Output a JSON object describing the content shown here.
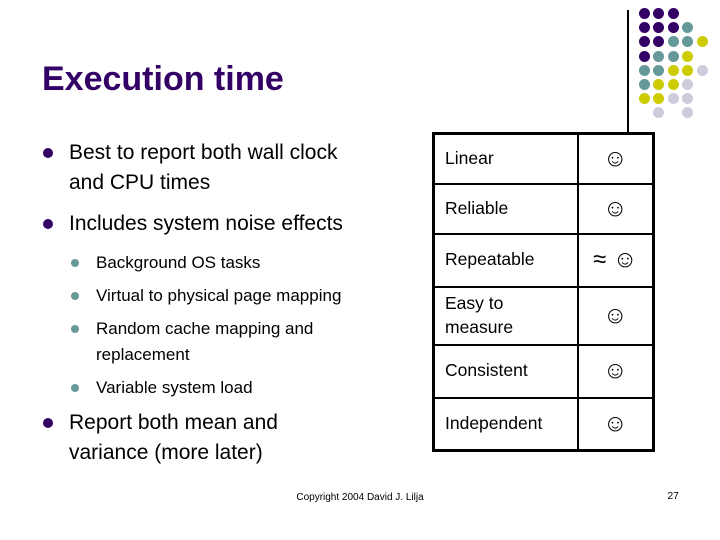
{
  "slide": {
    "title": "Execution time",
    "footer_copyright": "Copyright 2004 David J. Lilja",
    "page_number": "27"
  },
  "bullets": [
    {
      "level": 1,
      "text": "Best to report both wall clock\nand CPU times"
    },
    {
      "level": 1,
      "text": "Includes system noise effects"
    },
    {
      "level": 2,
      "text": "Background OS tasks"
    },
    {
      "level": 2,
      "text": "Virtual to physical page mapping"
    },
    {
      "level": 2,
      "text": "Random cache mapping and\nreplacement"
    },
    {
      "level": 2,
      "text": "Variable system load"
    },
    {
      "level": 1,
      "text": "Report both mean and\nvariance (more later)"
    }
  ],
  "table": {
    "rows": [
      {
        "label": "Linear",
        "rating": "☺"
      },
      {
        "label": "Reliable",
        "rating": "☺"
      },
      {
        "label": "Repeatable",
        "rating": "≈ ☺"
      },
      {
        "label": "Easy to\nmeasure",
        "rating": "☺"
      },
      {
        "label": "Consistent",
        "rating": "☺"
      },
      {
        "label": "Independent",
        "rating": "☺"
      }
    ]
  },
  "colors": {
    "title_text": "#330066",
    "body_text": "#000000",
    "bullet_level1": "#330066",
    "bullet_level2": "#669999",
    "table_border": "#000000",
    "dot_purple": "#330066",
    "dot_teal": "#669999",
    "dot_yellow": "#cccc00",
    "dot_gray": "#ccccdd"
  },
  "decoration": {
    "pattern": [
      [
        "p",
        "p",
        "p",
        null,
        null
      ],
      [
        "p",
        "p",
        "p",
        "t",
        null
      ],
      [
        "p",
        "p",
        "t",
        "t",
        "y"
      ],
      [
        "p",
        "t",
        "t",
        "y",
        null
      ],
      [
        "t",
        "t",
        "y",
        "y",
        "g"
      ],
      [
        "t",
        "y",
        "y",
        "g",
        null
      ],
      [
        "y",
        "y",
        "g",
        "g",
        null
      ],
      [
        null,
        "g",
        null,
        "g",
        null
      ]
    ]
  }
}
